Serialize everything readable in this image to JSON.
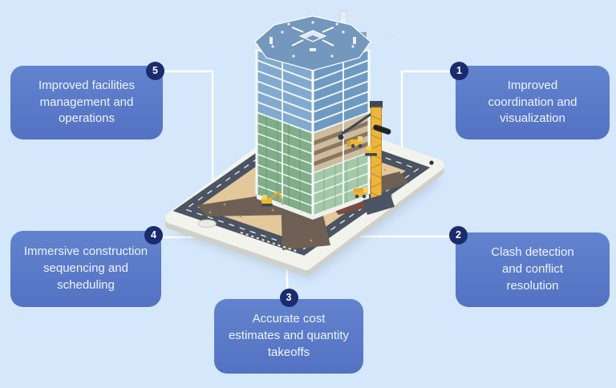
{
  "page": {
    "background": "#d5e7fa"
  },
  "benefits": [
    {
      "number": "1",
      "label": "Improved\ncoordination and\nvisualization",
      "position": "top-right"
    },
    {
      "number": "2",
      "label": "Clash detection\nand conflict\nresolution",
      "position": "bottom-right"
    },
    {
      "number": "3",
      "label": "Accurate cost\nestimates and quantity\ntakeoffs",
      "position": "bottom-center"
    },
    {
      "number": "4",
      "label": "Immersive construction\nsequencing and\nscheduling",
      "position": "bottom-left"
    },
    {
      "number": "5",
      "label": "Improved facilities\nmanagement and\noperations",
      "position": "top-left"
    }
  ],
  "colors": {
    "background": "#d5e7fa",
    "box_fill": "#5a78c7",
    "badge_fill": "#1a2b6e",
    "text": "#eff4fd",
    "connector": "#ffffff",
    "tablet_body": "#f3f3ee",
    "road": "#4a5462",
    "sand": "#e3c89b",
    "dirt_road": "#6e6055",
    "crane_yellow": "#ecb53c",
    "glass_green": "#7fae88",
    "frame_blue": "#7ba4ca"
  },
  "illustration": {
    "name": "construction-building-on-tablet",
    "description": "Isometric high-rise under construction with tower cranes and yellow vehicles on a tablet"
  }
}
